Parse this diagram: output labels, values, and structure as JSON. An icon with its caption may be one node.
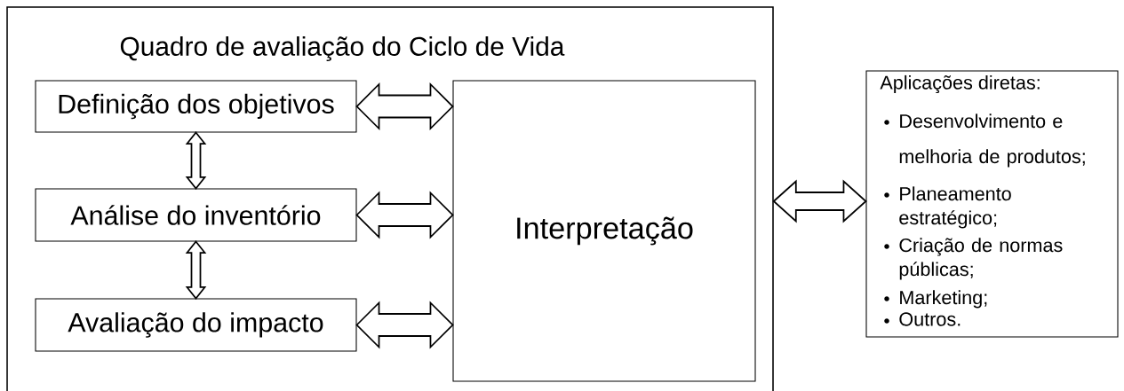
{
  "diagram": {
    "nodes": [
      {
        "text": [
          "Quadro de avaliação do Ciclo de Vida"
        ]
      },
      {
        "text": [
          "Definição dos objetivos"
        ],
        "in": 0
      },
      {
        "text": [
          "Análise do inventório"
        ],
        "in": 0
      },
      {
        "text": [
          "Avaliação do impacto"
        ],
        "in": 0
      },
      {
        "text": [
          "Interpretação"
        ],
        "in": 0
      },
      {
        "text": [
          "Aplicações diretas:",
          "Desenvolvimento e melhoria de produtos;",
          "Planeamento estratégico;",
          "Criação de normas públicas;",
          "Marketing;",
          "Outros."
        ]
      }
    ],
    "edges": [
      {
        "from": 1,
        "to": 4,
        "arrow": "both"
      },
      {
        "from": 1,
        "to": 2,
        "arrow": "both"
      },
      {
        "from": 2,
        "to": 4,
        "arrow": "both"
      },
      {
        "from": 2,
        "to": 3,
        "arrow": "both"
      },
      {
        "from": 3,
        "to": 4,
        "arrow": "both"
      },
      {
        "from": 0,
        "to": 5,
        "arrow": "both"
      }
    ]
  }
}
